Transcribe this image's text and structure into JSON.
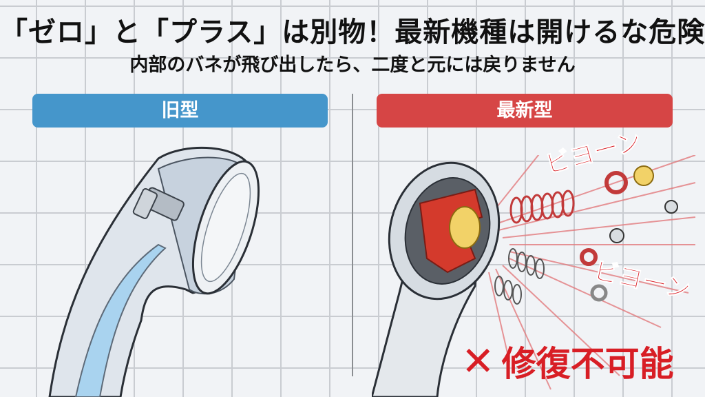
{
  "header": {
    "title": "「ゼロ」と「プラス」は別物！最新機種は開けるな危険",
    "subtitle": "内部のバネが飛び出したら、二度と元には戻りません"
  },
  "columns": {
    "old": {
      "label": "旧型",
      "color": "#4596cb"
    },
    "new": {
      "label": "最新型",
      "color": "#d64545"
    }
  },
  "sound_effects": [
    "ビヨーン",
    "ビヨーン"
  ],
  "stamp": {
    "icon": "cross-icon",
    "glyph": "✕",
    "text": "修復不可能",
    "color": "#d81e25"
  }
}
